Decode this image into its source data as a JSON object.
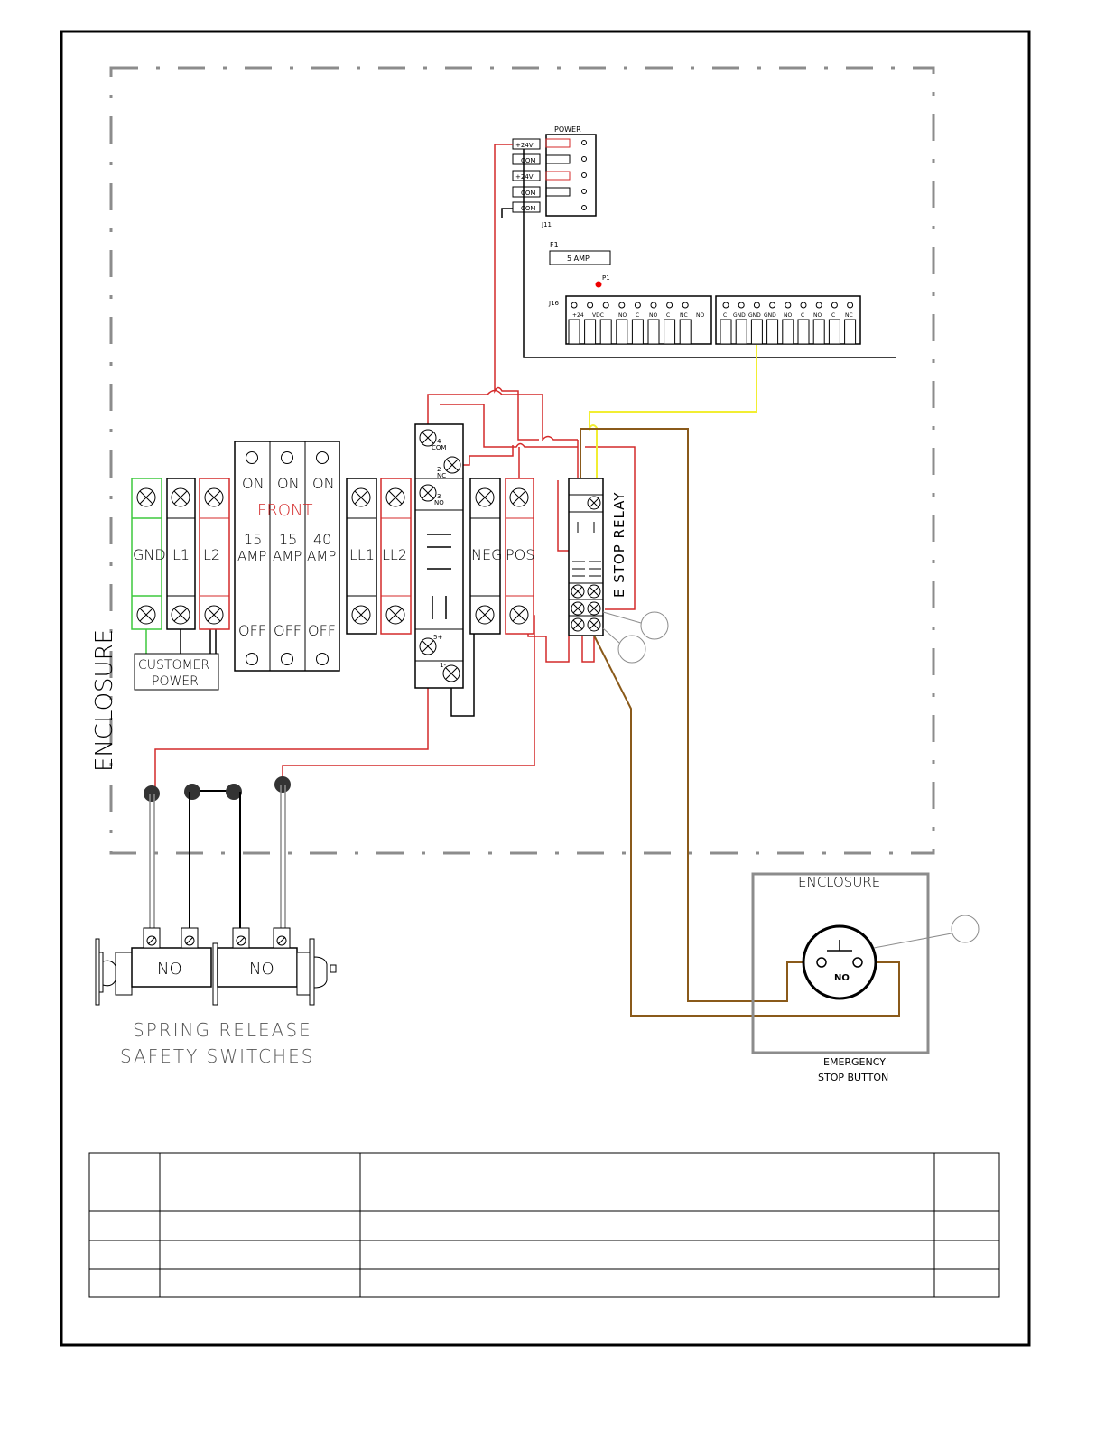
{
  "enclosure_label": "ENCLOSURE",
  "power_connector": {
    "title": "POWER",
    "pins": [
      "+24V",
      "COM",
      "+24V",
      "COM",
      "COM"
    ],
    "ref": "J11"
  },
  "fuse": {
    "ref": "F1",
    "label": "5 AMP"
  },
  "p1_label": "P1",
  "j16": {
    "ref": "J16",
    "left_pins": [
      "+24",
      "VDC",
      "NO",
      "C",
      "NO",
      "C",
      "NC",
      "NO"
    ],
    "right_pins": [
      "C",
      "GND",
      "GND",
      "GND",
      "NO",
      "C",
      "NO",
      "C",
      "NC"
    ]
  },
  "terminals": {
    "gnd": "GND",
    "l1": "L1",
    "l2": "L2",
    "ll1": "LL1",
    "ll2": "LL2",
    "neg": "NEG",
    "pos": "POS"
  },
  "breakers": {
    "on": "ON",
    "off": "OFF",
    "front": "FRONT",
    "ratings": [
      "15",
      "15",
      "40"
    ],
    "unit": "AMP"
  },
  "customer_power": {
    "line1": "CUSTOMER",
    "line2": "POWER"
  },
  "psu_terminals": {
    "t4": "4",
    "com": "COM",
    "t2": "2",
    "nc": "NC",
    "t3": "3",
    "no": "NO",
    "t5": "5+",
    "t1": "1-"
  },
  "relay_label": "E STOP RELAY",
  "switches": {
    "contact": "NO",
    "caption_line1": "SPRING RELEASE",
    "caption_line2": "SAFETY SWITCHES"
  },
  "estop": {
    "enclosure_label": "ENCLOSURE",
    "contact": "NO",
    "caption_line1": "EMERGENCY",
    "caption_line2": "STOP BUTTON"
  },
  "colors": {
    "red": "#d42a2a",
    "green": "#3dc93d",
    "yellow": "#f2ee32",
    "brown": "#8a5a1a",
    "gray": "#8c8c8c"
  }
}
